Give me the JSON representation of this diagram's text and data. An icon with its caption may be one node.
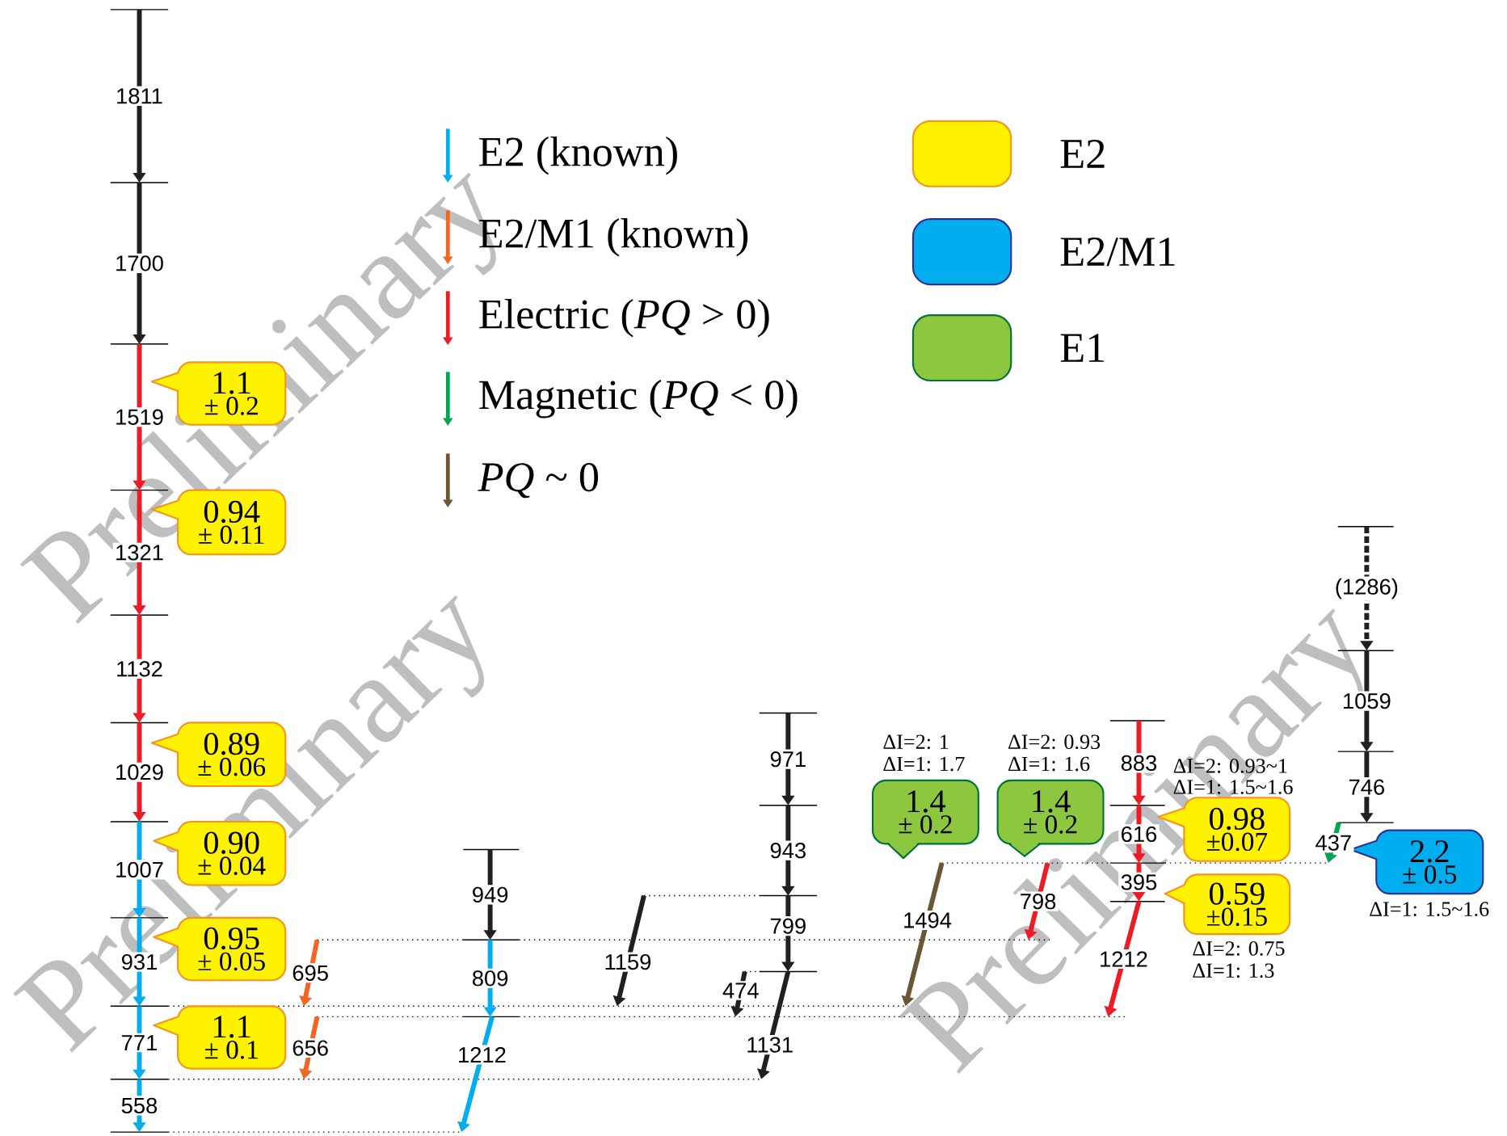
{
  "diagram": {
    "nodes": [
      {
        "text": [],
        "shape": "bar"
      },
      {
        "text": [],
        "shape": "bar"
      },
      {
        "text": [],
        "shape": "bar"
      },
      {
        "text": [],
        "shape": "bar"
      },
      {
        "text": [],
        "shape": "bar"
      },
      {
        "text": [],
        "shape": "bar"
      },
      {
        "text": [],
        "shape": "bar"
      },
      {
        "text": [],
        "shape": "bar"
      },
      {
        "text": [],
        "shape": "bar"
      },
      {
        "text": [],
        "shape": "bar"
      },
      {
        "text": [],
        "shape": "bar"
      },
      {
        "text": [],
        "shape": "bar"
      },
      {
        "text": [],
        "shape": "bar"
      },
      {
        "text": [],
        "shape": "bar"
      },
      {
        "text": [],
        "shape": "bar"
      },
      {
        "text": [],
        "shape": "bar"
      },
      {
        "text": [],
        "shape": "bar"
      },
      {
        "text": [],
        "shape": "bar"
      },
      {
        "text": [],
        "shape": "bar"
      },
      {
        "text": [],
        "shape": "bar"
      },
      {
        "text": [],
        "shape": "bar"
      },
      {
        "text": [],
        "shape": "bar"
      },
      {
        "text": [],
        "shape": "bar"
      },
      {
        "text": [],
        "shape": "bar"
      },
      {
        "text": [],
        "shape": "bar"
      },
      {
        "text": [],
        "shape": "bar"
      },
      {
        "text": [
          "1.1",
          "± 0.2"
        ]
      },
      {
        "text": [
          "0.94",
          "± 0.11"
        ]
      },
      {
        "text": [
          "0.89",
          "± 0.06"
        ]
      },
      {
        "text": [
          "0.90",
          "± 0.04"
        ]
      },
      {
        "text": [
          "0.95",
          "± 0.05"
        ]
      },
      {
        "text": [
          "1.1",
          "± 0.1"
        ]
      },
      {
        "text": [
          "1.4",
          "± 0.2"
        ],
        "beside": [
          "ΔI=2: 1",
          "ΔI=1: 1.7"
        ]
      },
      {
        "text": [
          "1.4",
          "± 0.2"
        ],
        "beside": [
          "ΔI=2: 0.93",
          "ΔI=1: 1.6"
        ]
      },
      {
        "text": [
          "0.98",
          "±0.07"
        ],
        "beside": [
          "ΔI=2: 0.93~1",
          "ΔI=1: 1.5~1.6"
        ]
      },
      {
        "text": [
          "0.59",
          "±0.15"
        ],
        "beside": [
          "ΔI=2: 0.75",
          "ΔI=1: 1.3"
        ]
      },
      {
        "text": [
          "2.2",
          "± 0.5"
        ],
        "beside": [
          "ΔI=1: 1.5~1.6"
        ]
      }
    ],
    "edges": [
      {
        "from": 0,
        "to": 1,
        "arrow": "to",
        "label": "1811"
      },
      {
        "from": 1,
        "to": 2,
        "arrow": "to",
        "label": "1700"
      },
      {
        "from": 2,
        "to": 3,
        "arrow": "to",
        "label": "1519",
        "color": "#ed1c24"
      },
      {
        "from": 3,
        "to": 4,
        "arrow": "to",
        "label": "1321",
        "color": "#ed1c24"
      },
      {
        "from": 4,
        "to": 5,
        "arrow": "to",
        "label": "1132",
        "color": "#ed1c24"
      },
      {
        "from": 5,
        "to": 6,
        "arrow": "to",
        "label": "1029",
        "color": "#ed1c24"
      },
      {
        "from": 6,
        "to": 7,
        "arrow": "to",
        "label": "1007",
        "color": "#00aeef"
      },
      {
        "from": 7,
        "to": 8,
        "arrow": "to",
        "label": "931",
        "color": "#00aeef"
      },
      {
        "from": 8,
        "to": 9,
        "arrow": "to",
        "label": "771",
        "color": "#00aeef"
      },
      {
        "from": 9,
        "to": 10,
        "arrow": "to",
        "label": "558",
        "color": "#00aeef"
      },
      {
        "from": 12,
        "to": 8,
        "arrow": "to",
        "label": "695",
        "color": "#f26522"
      },
      {
        "from": 13,
        "to": 9,
        "arrow": "to",
        "label": "656",
        "color": "#f26522"
      },
      {
        "from": 11,
        "to": 12,
        "arrow": "to",
        "label": "949"
      },
      {
        "from": 12,
        "to": 13,
        "arrow": "to",
        "label": "809",
        "color": "#00aeef"
      },
      {
        "from": 13,
        "to": 10,
        "arrow": "to",
        "label": "1212",
        "color": "#00aeef"
      },
      {
        "from": 16,
        "to": 8,
        "arrow": "to",
        "label": "1159"
      },
      {
        "from": 14,
        "to": 15,
        "arrow": "to",
        "label": "971"
      },
      {
        "from": 15,
        "to": 16,
        "arrow": "to",
        "label": "943"
      },
      {
        "from": 16,
        "to": 17,
        "arrow": "to",
        "label": "799"
      },
      {
        "from": 17,
        "to": 13,
        "arrow": "to",
        "label": "474"
      },
      {
        "from": 17,
        "to": 9,
        "arrow": "to",
        "label": "1131"
      },
      {
        "from": 20,
        "to": 8,
        "arrow": "to",
        "label": "1494",
        "color": "#6b5637"
      },
      {
        "from": 20,
        "to": 12,
        "arrow": "to",
        "label": "798",
        "color": "#ed1c24"
      },
      {
        "from": 18,
        "to": 19,
        "arrow": "to",
        "label": "883",
        "color": "#ed1c24"
      },
      {
        "from": 19,
        "to": 20,
        "arrow": "to",
        "label": "616",
        "color": "#ed1c24"
      },
      {
        "from": 20,
        "to": 21,
        "arrow": "to",
        "label": "395",
        "color": "#ed1c24"
      },
      {
        "from": 21,
        "to": 13,
        "arrow": "to",
        "label": "1212",
        "color": "#ed1c24"
      },
      {
        "from": 22,
        "to": 23,
        "arrow": "to",
        "label": "(1286)",
        "style": "dashed"
      },
      {
        "from": 23,
        "to": 24,
        "arrow": "to",
        "label": "1059"
      },
      {
        "from": 24,
        "to": 25,
        "arrow": "to",
        "label": "746"
      },
      {
        "from": 25,
        "to": 20,
        "arrow": "to",
        "label": "437",
        "color": "#00a651"
      }
    ],
    "labels": [
      "Preliminary",
      "Preliminary",
      "Preliminary"
    ],
    "legend": [
      {
        "text": "E2 (known)"
      },
      {
        "text": "E2/M1 (known)"
      },
      {
        "text": "Electric (*PQ* > 0)"
      },
      {
        "text": "Magnetic (*PQ* < 0)"
      },
      {
        "text": "*PQ* ~ 0"
      },
      {
        "text": "E2",
        "color": "#fff200"
      },
      {
        "text": "E2/M1",
        "color": "#00aeef"
      },
      {
        "text": "E1",
        "color": "#8dc63f"
      }
    ]
  }
}
